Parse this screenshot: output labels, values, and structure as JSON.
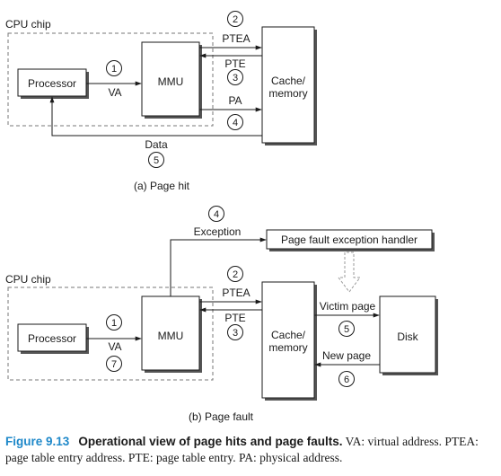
{
  "diagram_a": {
    "cpu_chip_label": "CPU chip",
    "processor": "Processor",
    "mmu": "MMU",
    "cache": [
      "Cache/",
      "memory"
    ],
    "va": "VA",
    "ptea": "PTEA",
    "pte": "PTE",
    "pa": "PA",
    "data": "Data",
    "steps": {
      "va": "1",
      "ptea": "2",
      "pte": "3",
      "pa": "4",
      "data": "5"
    },
    "caption": "(a) Page hit"
  },
  "diagram_b": {
    "cpu_chip_label": "CPU chip",
    "processor": "Processor",
    "mmu": "MMU",
    "cache": [
      "Cache/",
      "memory"
    ],
    "disk": "Disk",
    "handler": "Page fault exception handler",
    "exception": "Exception",
    "va": "VA",
    "ptea": "PTEA",
    "pte": "PTE",
    "victim_page": "Victim page",
    "new_page": "New page",
    "steps": {
      "va": "1",
      "ptea": "2",
      "pte": "3",
      "exception": "4",
      "victim": "5",
      "new_page": "6",
      "va_retry": "7"
    },
    "caption": "(b) Page fault"
  },
  "figure": {
    "number": "Figure 9.13",
    "title": "Operational view of page hits and page faults.",
    "description": "VA: virtual address. PTEA: page table entry address. PTE: page table entry. PA: physical address."
  },
  "colors": {
    "accent": "#1e88c9",
    "line": "#1a1a1a",
    "dashed": "#777777",
    "shadow": "#555555",
    "fault_arrow": "#999999"
  }
}
